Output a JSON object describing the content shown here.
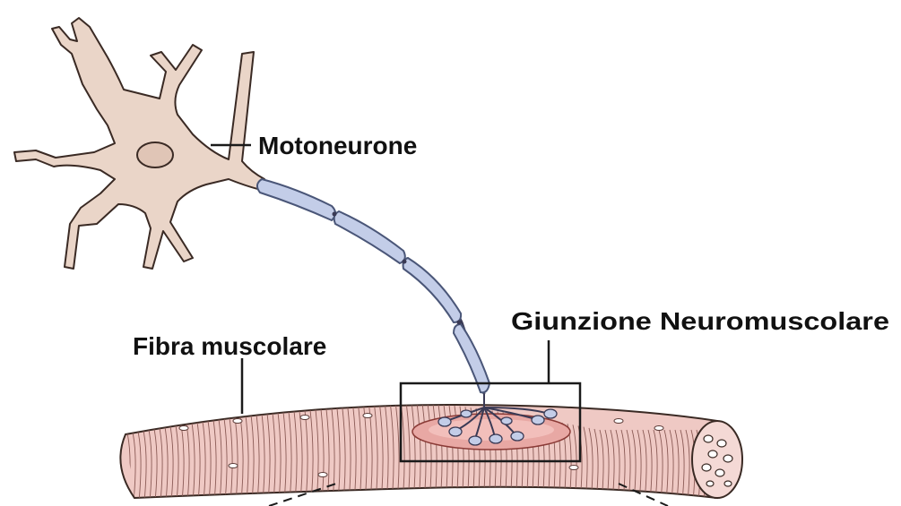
{
  "labels": {
    "motoneuron": "Motoneurone",
    "junction": "Giunzione Neuromuscolare",
    "fiber": "Fibra muscolare"
  },
  "colors": {
    "neuron_fill": "#ead5c8",
    "neuron_stroke": "#3a2a24",
    "myelin_fill": "#c3cde8",
    "myelin_stroke": "#4a5678",
    "fiber_fill": "#efc9c4",
    "fiber_stripe": "#8a5a55",
    "endplate_fill": "#e8a8a4",
    "line": "#1a1a1a"
  },
  "icons": {
    "neuron": "motor-neuron-icon",
    "fiber": "muscle-fiber-icon",
    "junction": "neuromuscular-junction-icon"
  }
}
